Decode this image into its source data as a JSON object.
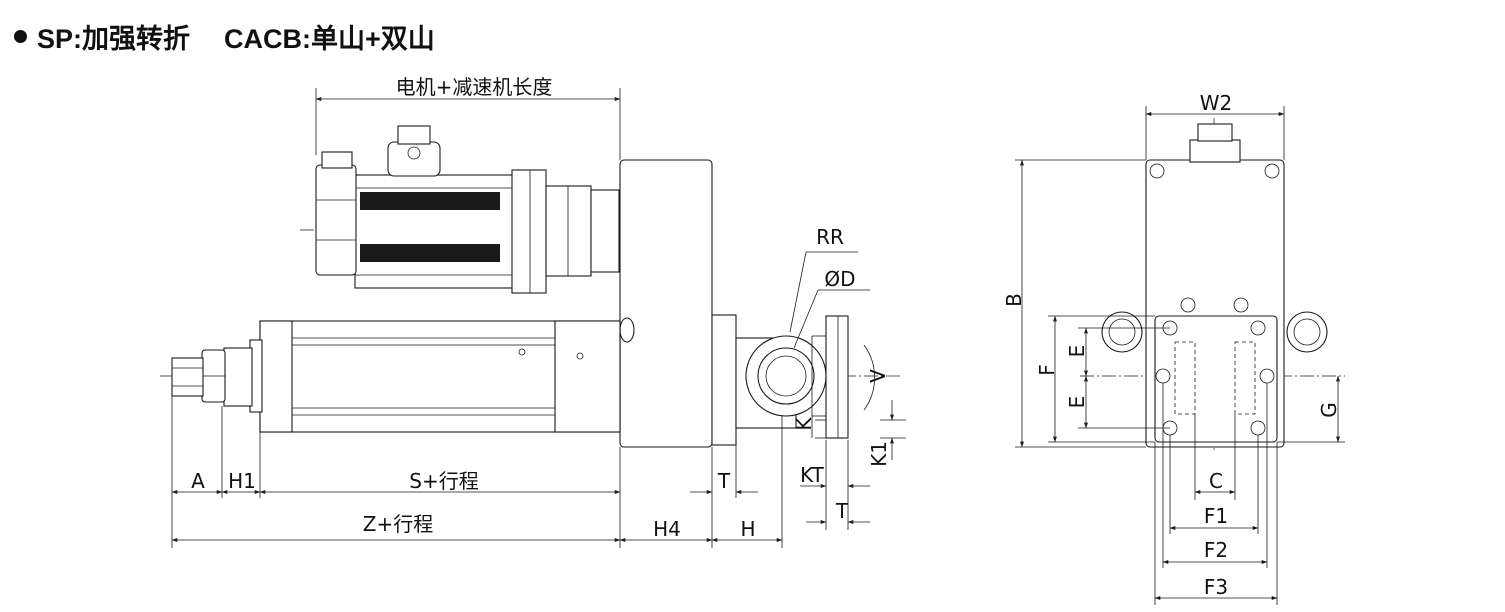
{
  "heading": {
    "model": "SP:加强转折",
    "variant": "CACB:单山+双山"
  },
  "labels": {
    "motor_reducer_length": "电机+减速机长度",
    "rr": "RR",
    "od": "ØD",
    "v": "V",
    "k": "K",
    "k1": "K1",
    "kt": "KT",
    "t_side": "T",
    "t_top": "T",
    "a": "A",
    "h1": "H1",
    "s_stroke": "S+行程",
    "z_stroke": "Z+行程",
    "h4": "H4",
    "h": "H",
    "w2": "W2",
    "b": "B",
    "f": "F",
    "e_upper": "E",
    "e_lower": "E",
    "g": "G",
    "c": "C",
    "f1": "F1",
    "f2": "F2",
    "f3": "F3"
  },
  "colors": {
    "line": "#1a1a1a",
    "background": "#ffffff"
  }
}
